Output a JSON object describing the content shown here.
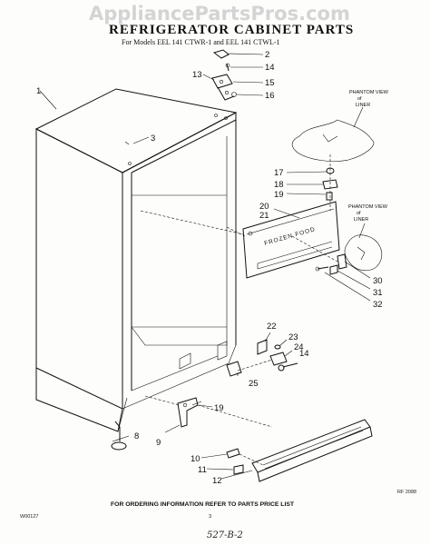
{
  "watermark": "AppliancePartsPros.com",
  "title": "REFRIGERATOR CABINET PARTS",
  "subtitle": "For Models EEL 141 CTWR-1 and EEL 141 CTWL-1",
  "phantom_view_1": [
    "PHANTOM VIEW",
    "of",
    "LINER"
  ],
  "phantom_view_2": [
    "PHANTOM VIEW",
    "of",
    "LINER"
  ],
  "panel_text": "FROZEN FOOD",
  "footer": "FOR ORDERING INFORMATION REFER TO PARTS PRICE LIST",
  "diagram_code": "RF 2088",
  "left_code": "W00127",
  "page_mark": "3",
  "handwritten": "527-B-2",
  "callouts": {
    "c1": "1",
    "c2": "2",
    "c3": "3",
    "c8": "8",
    "c9": "9",
    "c10": "10",
    "c11": "11",
    "c12": "12",
    "c13": "13",
    "c14a": "14",
    "c14b": "14",
    "c15": "15",
    "c16": "16",
    "c17": "17",
    "c18": "18",
    "c19a": "19",
    "c19b": "19",
    "c20": "20",
    "c21": "21",
    "c22": "22",
    "c23": "23",
    "c24": "24",
    "c25": "25",
    "c30": "30",
    "c31": "31",
    "c32": "32"
  }
}
